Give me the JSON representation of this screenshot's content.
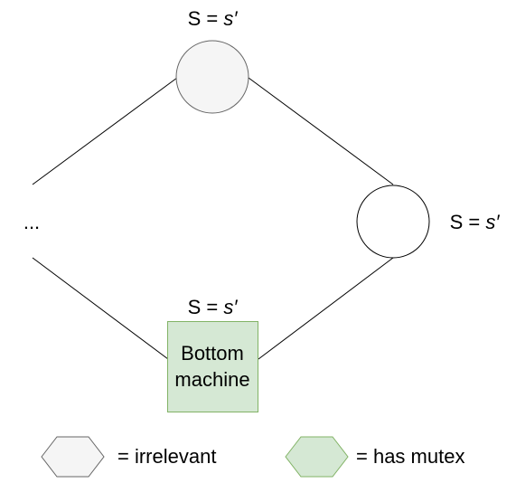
{
  "nodes": {
    "top": {
      "label_prefix": "S = ",
      "label_var": "s′"
    },
    "right": {
      "label_prefix": "S = ",
      "label_var": "s′"
    },
    "bottom": {
      "label_prefix": "S = ",
      "label_var": "s′",
      "text_line1": "Bottom",
      "text_line2": "machine"
    },
    "left": {
      "text": "..."
    }
  },
  "legend": {
    "irrelevant": "= irrelevant",
    "has_mutex": "= has mutex"
  },
  "colors": {
    "irrelevant_fill": "#f5f5f5",
    "irrelevant_stroke": "#666666",
    "mutex_fill": "#d5e8d4",
    "mutex_stroke": "#82b366",
    "plain_fill": "#ffffff",
    "stroke": "#000000"
  }
}
